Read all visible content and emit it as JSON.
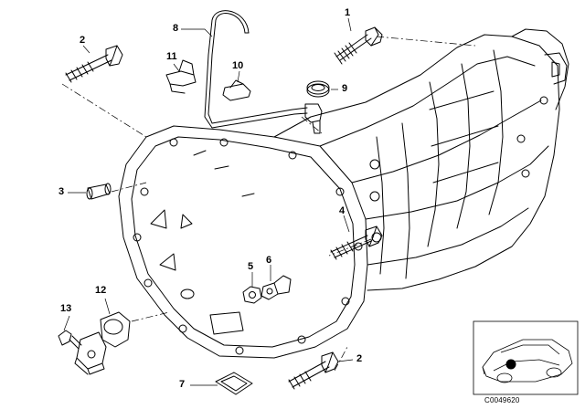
{
  "diagram": {
    "callouts": [
      {
        "id": "1",
        "label": "1"
      },
      {
        "id": "2a",
        "label": "2"
      },
      {
        "id": "2b",
        "label": "2"
      },
      {
        "id": "3",
        "label": "3"
      },
      {
        "id": "4",
        "label": "4"
      },
      {
        "id": "5",
        "label": "5"
      },
      {
        "id": "6",
        "label": "6"
      },
      {
        "id": "7",
        "label": "7"
      },
      {
        "id": "8",
        "label": "8"
      },
      {
        "id": "9",
        "label": "9"
      },
      {
        "id": "10",
        "label": "10"
      },
      {
        "id": "11",
        "label": "11"
      },
      {
        "id": "12",
        "label": "12"
      },
      {
        "id": "13",
        "label": "13"
      }
    ],
    "diagram_id": "C0049620",
    "colors": {
      "line": "#000000",
      "background": "#ffffff"
    }
  }
}
